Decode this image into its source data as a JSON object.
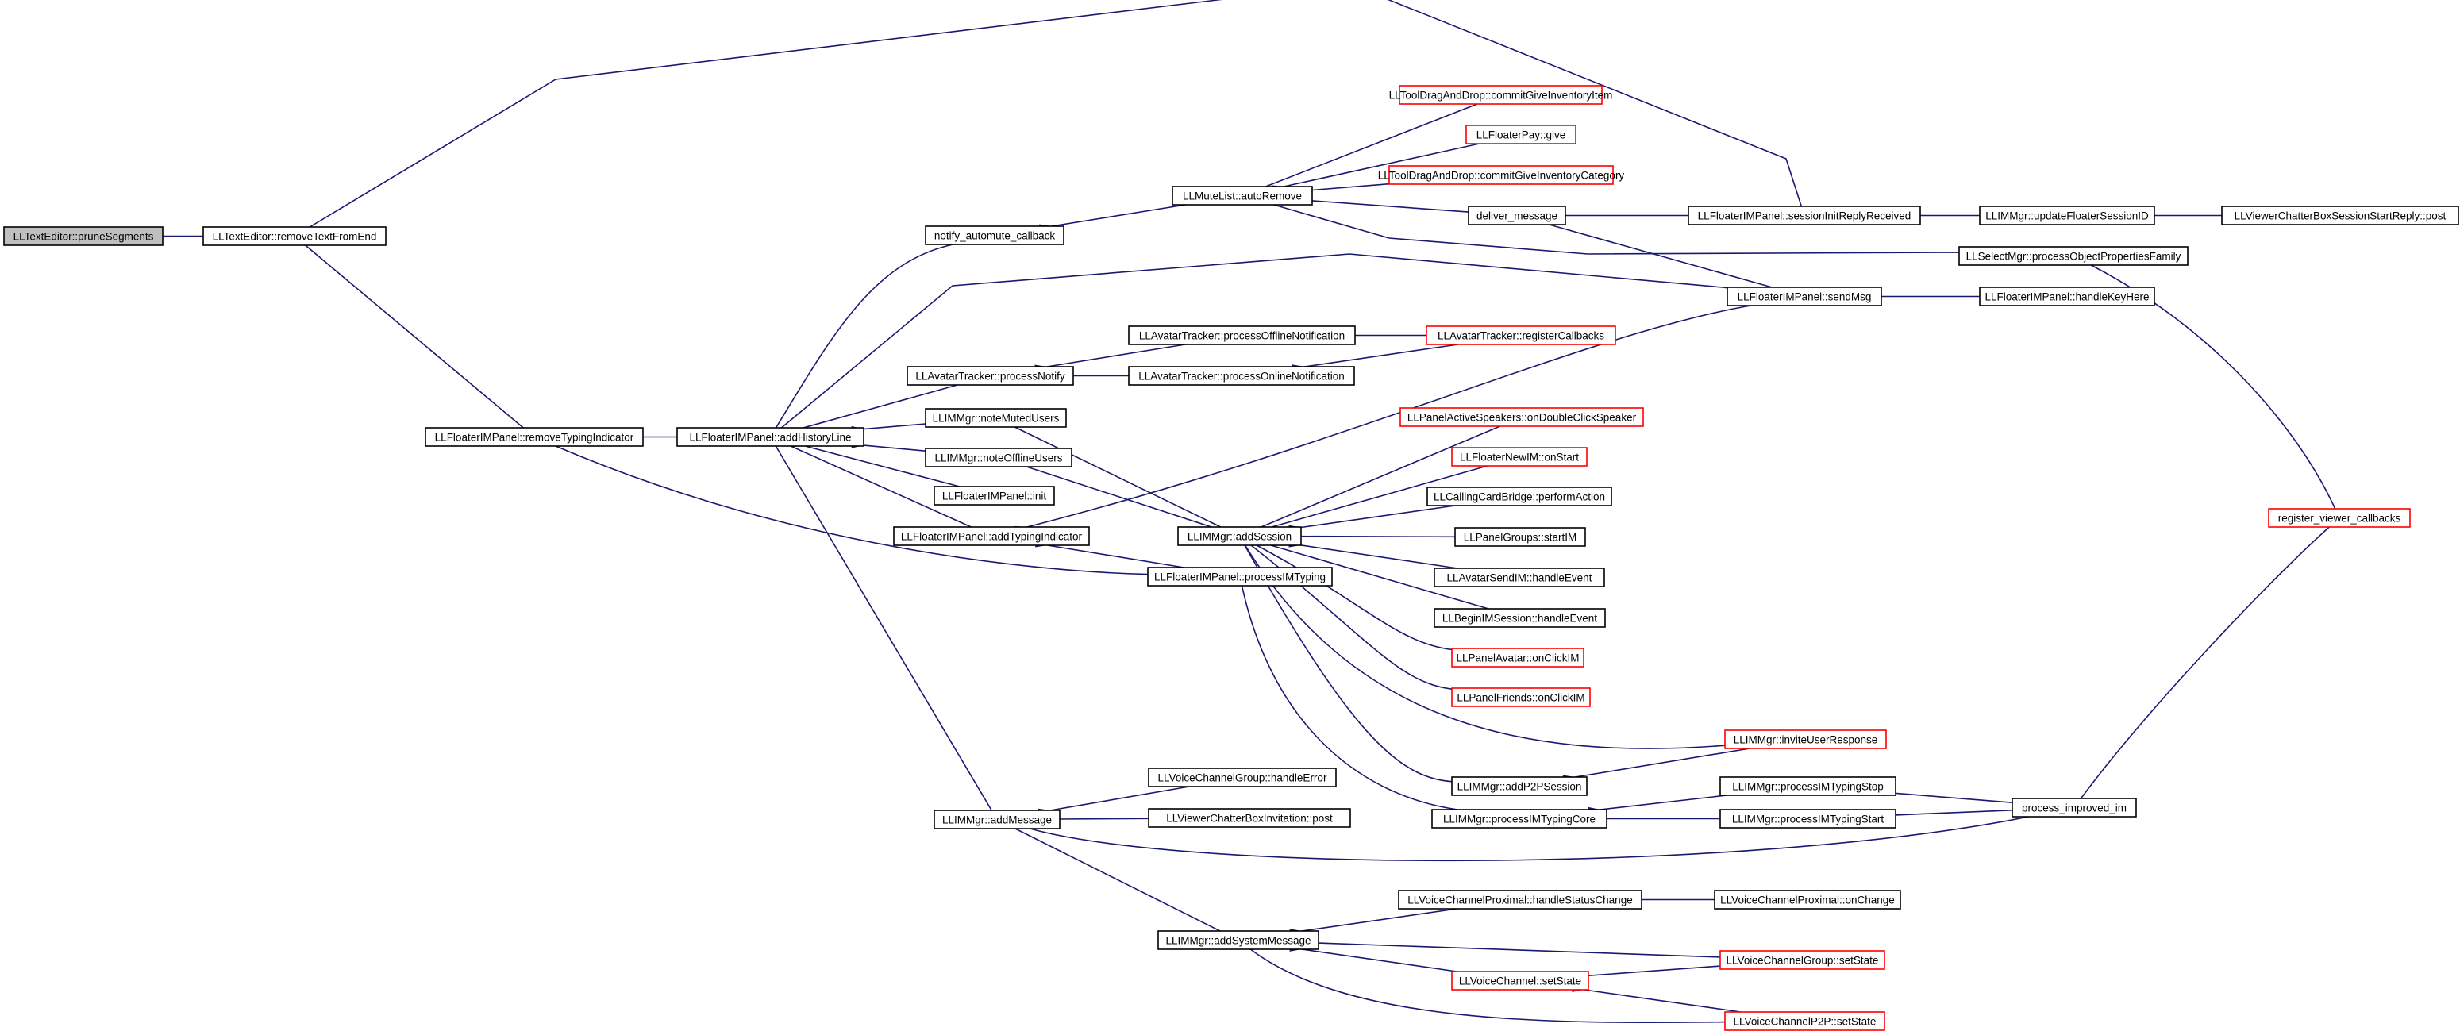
{
  "colors": {
    "edge": "#191970",
    "node_border": "#000000",
    "node_border_truncated": "#ff0000",
    "root_fill": "#bfbfbf",
    "node_fill": "#ffffff"
  },
  "nodes": [
    {
      "id": "prune",
      "label": "LLTextEditor::pruneSegments",
      "root": true
    },
    {
      "id": "removeText",
      "label": "LLTextEditor::removeTextFromEnd"
    },
    {
      "id": "removeTyping",
      "label": "LLFloaterIMPanel::removeTypingIndicator"
    },
    {
      "id": "addHistory",
      "label": "LLFloaterIMPanel::addHistoryLine"
    },
    {
      "id": "notifyAutomute",
      "label": "notify_automute_callback"
    },
    {
      "id": "processNotify",
      "label": "LLAvatarTracker::processNotify"
    },
    {
      "id": "noteMuted",
      "label": "LLIMMgr::noteMutedUsers"
    },
    {
      "id": "noteOffline",
      "label": "LLIMMgr::noteOfflineUsers"
    },
    {
      "id": "panelInit",
      "label": "LLFloaterIMPanel::init"
    },
    {
      "id": "addTyping",
      "label": "LLFloaterIMPanel::addTypingIndicator"
    },
    {
      "id": "addMessage",
      "label": "LLIMMgr::addMessage"
    },
    {
      "id": "autoRemove",
      "label": "LLMuteList::autoRemove"
    },
    {
      "id": "offlineNotif",
      "label": "LLAvatarTracker::processOfflineNotification"
    },
    {
      "id": "onlineNotif",
      "label": "LLAvatarTracker::processOnlineNotification"
    },
    {
      "id": "addSession",
      "label": "LLIMMgr::addSession"
    },
    {
      "id": "processIMTyping",
      "label": "LLFloaterIMPanel::processIMTyping"
    },
    {
      "id": "vcgHandleError",
      "label": "LLVoiceChannelGroup::handleError"
    },
    {
      "id": "vcbInvPost",
      "label": "LLViewerChatterBoxInvitation::post"
    },
    {
      "id": "addSysMsg",
      "label": "LLIMMgr::addSystemMessage"
    },
    {
      "id": "commitGiveItem",
      "label": "LLToolDragAndDrop::commitGiveInventoryItem",
      "truncated": true
    },
    {
      "id": "floaterPayGive",
      "label": "LLFloaterPay::give",
      "truncated": true
    },
    {
      "id": "commitGiveCat",
      "label": "LLToolDragAndDrop::commitGiveInventoryCategory",
      "truncated": true
    },
    {
      "id": "deliverMsg",
      "label": "deliver_message"
    },
    {
      "id": "registerCallbacks",
      "label": "LLAvatarTracker::registerCallbacks",
      "truncated": true
    },
    {
      "id": "onDblClickSpeaker",
      "label": "LLPanelActiveSpeakers::onDoubleClickSpeaker",
      "truncated": true
    },
    {
      "id": "floaterNewIM",
      "label": "LLFloaterNewIM::onStart",
      "truncated": true
    },
    {
      "id": "callingCard",
      "label": "LLCallingCardBridge::performAction"
    },
    {
      "id": "panelGroups",
      "label": "LLPanelGroups::startIM"
    },
    {
      "id": "avatarSendIM",
      "label": "LLAvatarSendIM::handleEvent"
    },
    {
      "id": "beginIMSession",
      "label": "LLBeginIMSession::handleEvent"
    },
    {
      "id": "panelAvatar",
      "label": "LLPanelAvatar::onClickIM",
      "truncated": true
    },
    {
      "id": "panelFriends",
      "label": "LLPanelFriends::onClickIM",
      "truncated": true
    },
    {
      "id": "addP2P",
      "label": "LLIMMgr::addP2PSession"
    },
    {
      "id": "processIMTypingCore",
      "label": "LLIMMgr::processIMTypingCore"
    },
    {
      "id": "vcpHandleStatus",
      "label": "LLVoiceChannelProximal::handleStatusChange"
    },
    {
      "id": "vcSetState",
      "label": "LLVoiceChannel::setState",
      "truncated": true
    },
    {
      "id": "sessionInitReply",
      "label": "LLFloaterIMPanel::sessionInitReplyReceived"
    },
    {
      "id": "sendMsg",
      "label": "LLFloaterIMPanel::sendMsg"
    },
    {
      "id": "inviteUserResp",
      "label": "LLIMMgr::inviteUserResponse",
      "truncated": true
    },
    {
      "id": "typingStop",
      "label": "LLIMMgr::processIMTypingStop"
    },
    {
      "id": "typingStart",
      "label": "LLIMMgr::processIMTypingStart"
    },
    {
      "id": "vcpOnChange",
      "label": "LLVoiceChannelProximal::onChange"
    },
    {
      "id": "vcgSetState",
      "label": "LLVoiceChannelGroup::setState",
      "truncated": true
    },
    {
      "id": "vcp2pSetState",
      "label": "LLVoiceChannelP2P::setState",
      "truncated": true
    },
    {
      "id": "updateFloaterSession",
      "label": "LLIMMgr::updateFloaterSessionID"
    },
    {
      "id": "selectMgr",
      "label": "LLSelectMgr::processObjectPropertiesFamily"
    },
    {
      "id": "handleKeyHere",
      "label": "LLFloaterIMPanel::handleKeyHere"
    },
    {
      "id": "processImprovedIM",
      "label": "process_improved_im"
    },
    {
      "id": "vcbSessionStart",
      "label": "LLViewerChatterBoxSessionStartReply::post"
    },
    {
      "id": "registerViewerCb",
      "label": "register_viewer_callbacks",
      "truncated": true
    }
  ]
}
